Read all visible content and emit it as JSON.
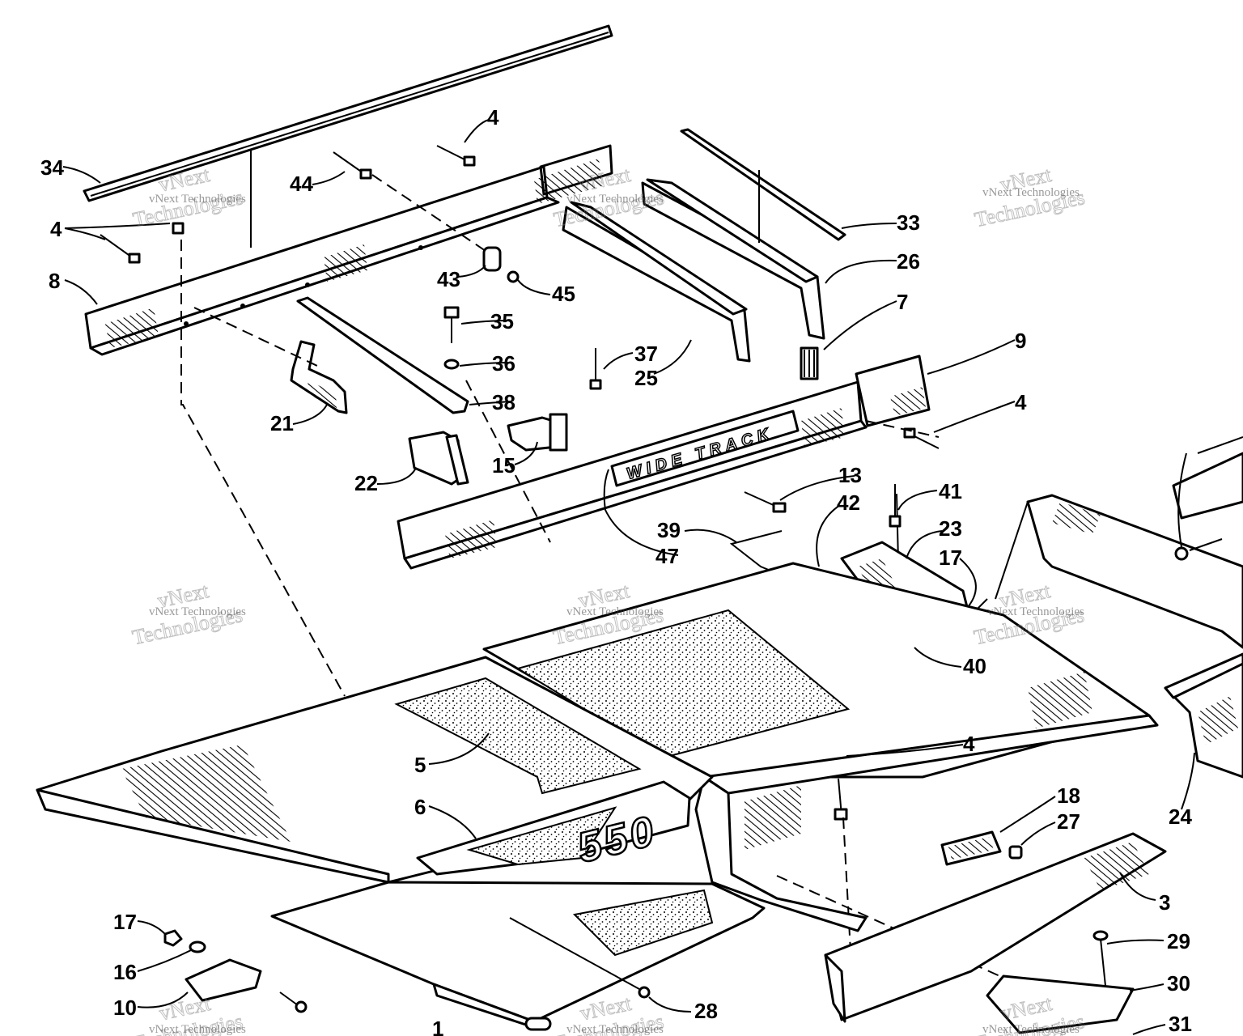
{
  "callouts": {
    "c34": "34",
    "c44": "44",
    "c4a": "4",
    "c4b": "4",
    "c8": "8",
    "c43": "43",
    "c45": "45",
    "c33": "33",
    "c26": "26",
    "c7": "7",
    "c35": "35",
    "c36": "36",
    "c37": "37",
    "c25": "25",
    "c9": "9",
    "c4c": "4",
    "c21": "21",
    "c38": "38",
    "c15": "15",
    "c22": "22",
    "c13": "13",
    "c41": "41",
    "c42": "42",
    "c23": "23",
    "c39": "39",
    "c17a": "17",
    "c47": "47",
    "c40": "40",
    "c4d": "4",
    "c5": "5",
    "c6": "6",
    "c18": "18",
    "c27": "27",
    "c24": "24",
    "c3": "3",
    "c29": "29",
    "c30": "30",
    "c17b": "17",
    "c16": "16",
    "c10": "10",
    "c28": "28",
    "c1": "1",
    "c31": "31"
  },
  "decals": {
    "wide_track": "WIDE TRACK",
    "model_number": "550"
  },
  "watermark": {
    "line1": "vNext",
    "line2": "Technologies",
    "full": "vNext Technologies"
  }
}
